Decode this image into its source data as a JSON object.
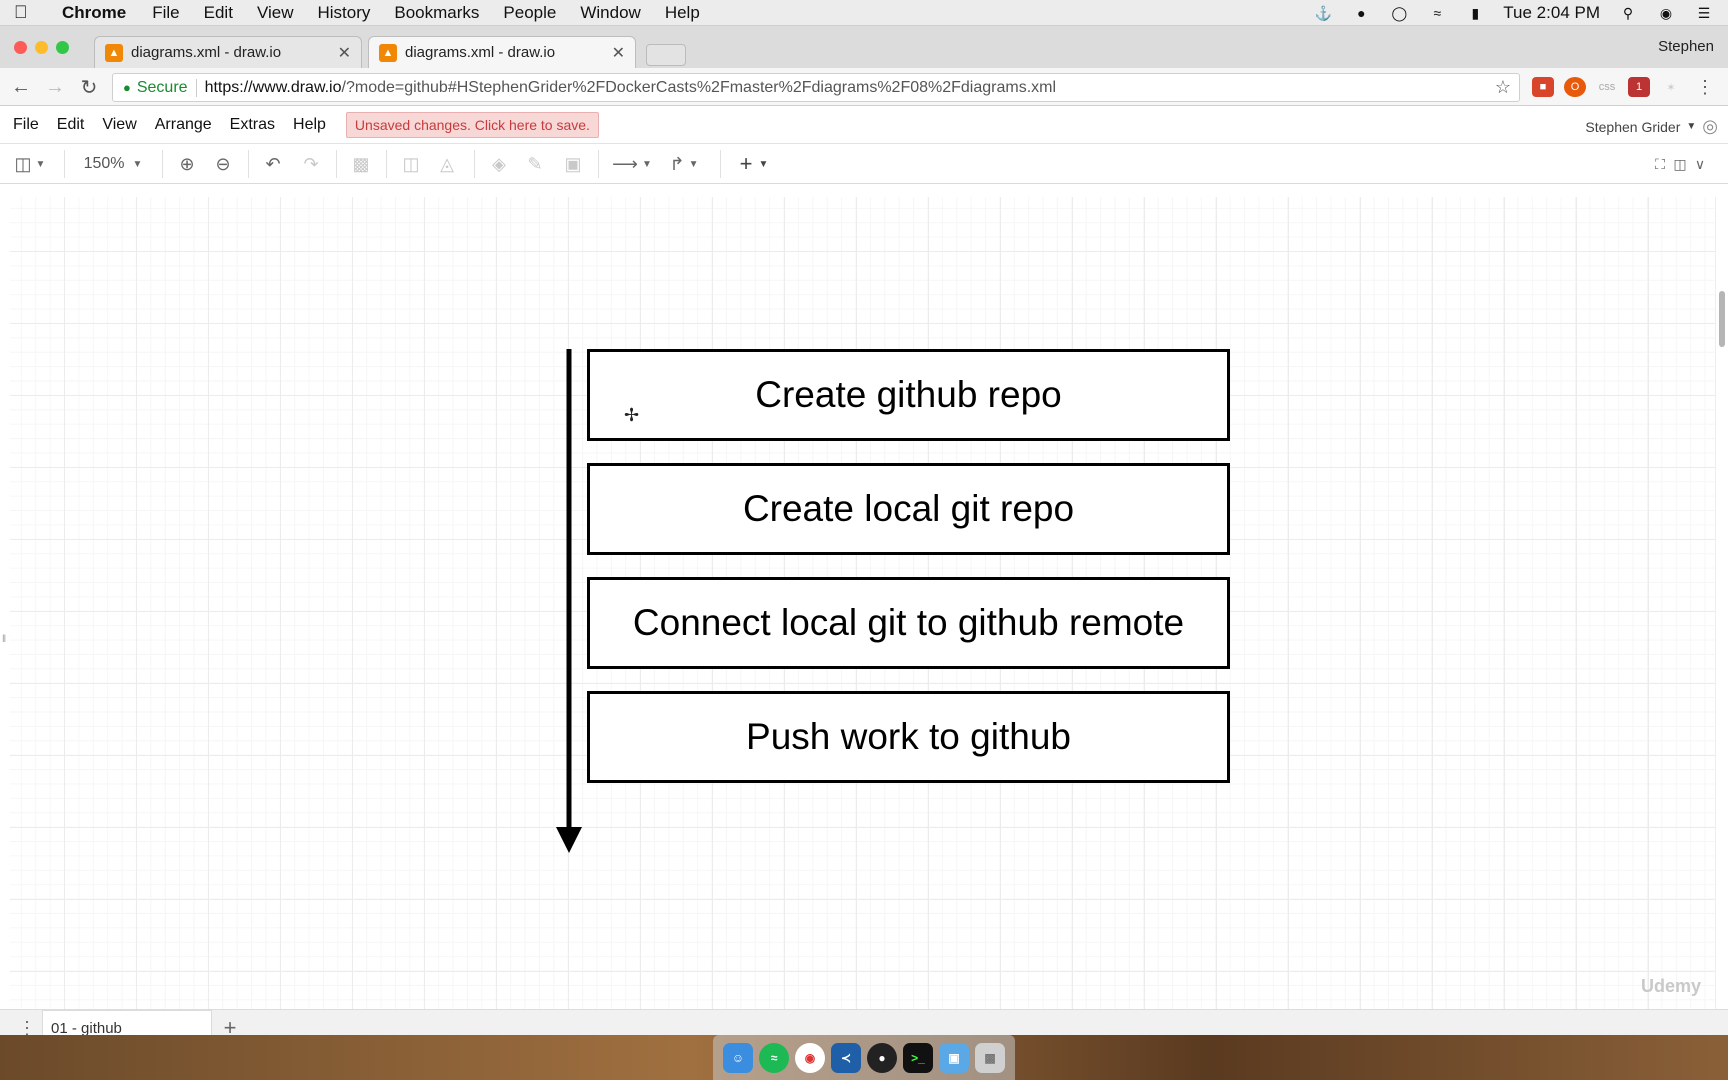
{
  "mac_menubar": {
    "apple_icon": "apple-icon",
    "app_name": "Chrome",
    "items": [
      "File",
      "Edit",
      "View",
      "History",
      "Bookmarks",
      "People",
      "Window",
      "Help"
    ],
    "clock": "Tue 2:04 PM"
  },
  "browser": {
    "tabs": [
      {
        "title": "diagrams.xml - draw.io",
        "active": false
      },
      {
        "title": "diagrams.xml - draw.io",
        "active": true
      }
    ],
    "profile_name": "Stephen",
    "secure_label": "Secure",
    "url_host": "https://www.draw.io",
    "url_rest": "/?mode=github#HStephenGrider%2FDockerCasts%2Fmaster%2Fdiagrams%2F08%2Fdiagrams.xml",
    "ext_css_label": "css",
    "ext_badge": "1"
  },
  "drawio": {
    "menu": [
      "File",
      "Edit",
      "View",
      "Arrange",
      "Extras",
      "Help"
    ],
    "unsaved_notice": "Unsaved changes. Click here to save.",
    "user_name": "Stephen Grider",
    "zoom": "150%",
    "page_tab": "01 - github",
    "watermark": "Udemy"
  },
  "diagram": {
    "steps": [
      "Create github repo",
      "Create local git repo",
      "Connect local git to github remote",
      "Push work to github"
    ]
  },
  "colors": {
    "unsaved_bg": "#f8d7d7",
    "unsaved_text": "#c63c3c",
    "secure_green": "#1a8a2e",
    "drawio_orange": "#f08705"
  }
}
